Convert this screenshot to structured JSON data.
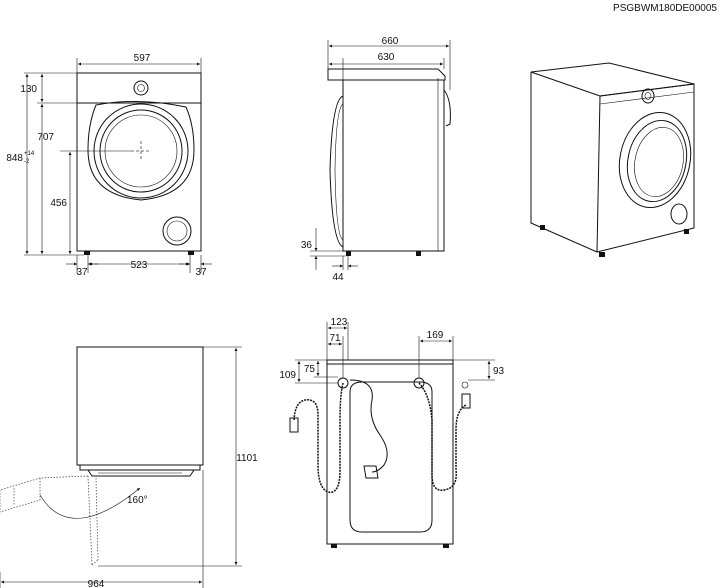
{
  "model_code": "PSGBWM180DE00005",
  "front_view": {
    "width": "597",
    "top_offset": "130",
    "door_height": "707",
    "total_height": "848",
    "height_tol_plus": "+14",
    "height_tol_minus": "-2",
    "door_center_height": "456",
    "side_margin_left": "37",
    "foot_spacing": "523",
    "side_margin_right": "37"
  },
  "side_view": {
    "total_depth": "660",
    "body_depth": "630",
    "foot_height": "36",
    "foot_inset": "44"
  },
  "top_view": {
    "door_angle": "160°",
    "total_height": "1101",
    "door_open_depth": "964"
  },
  "rear_view": {
    "hose_left_offset": "123",
    "hose_left_inner": "71",
    "hose_right_offset": "169",
    "hose_left_height": "109",
    "hose_left_inner_height": "75",
    "hose_right_height": "93"
  }
}
